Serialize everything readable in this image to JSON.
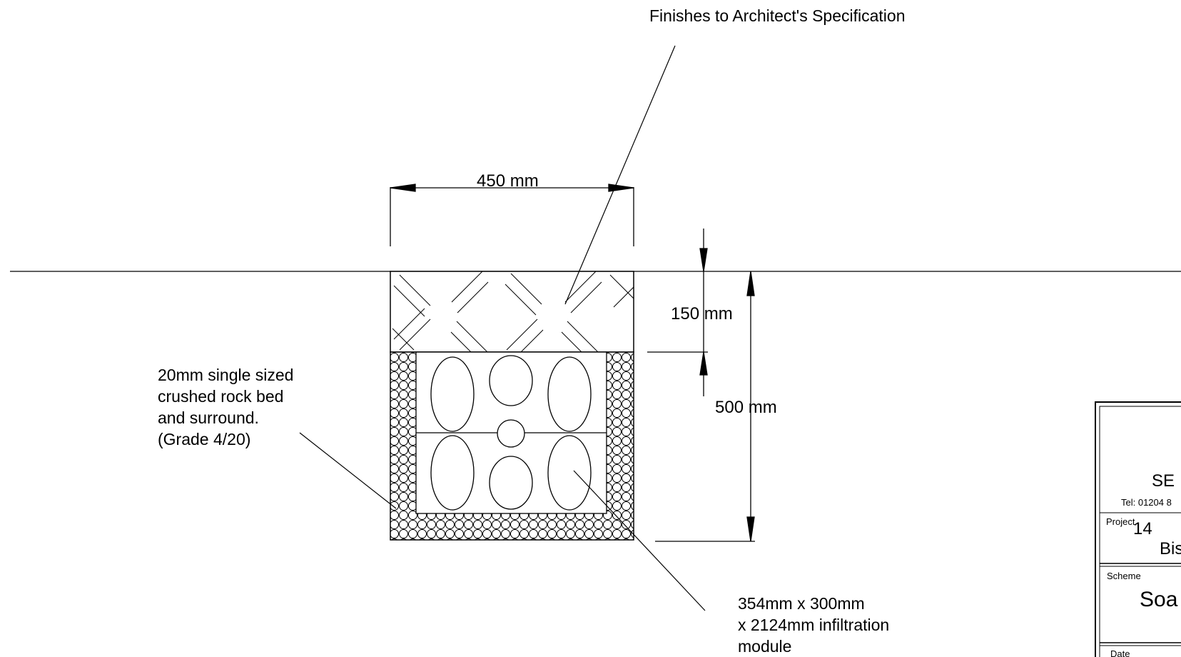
{
  "annotations": {
    "finishes": "Finishes to Architect's Specification",
    "rock_bed": [
      "20mm single sized",
      "crushed rock bed",
      "and surround.",
      "(Grade 4/20)"
    ],
    "module": [
      "354mm x 300mm",
      "x 2124mm infiltration",
      "module"
    ]
  },
  "dimensions": {
    "width": "450 mm",
    "topping_depth": "150 mm",
    "total_depth": "500 mm"
  },
  "title_block": {
    "company_fragment": "SE",
    "tel_fragment": "Tel: 01204 8",
    "project_label": "Project",
    "project_line1": "14",
    "project_line2": "Bis",
    "scheme_label": "Scheme",
    "scheme_value": "Soa",
    "date_label": "Date"
  }
}
